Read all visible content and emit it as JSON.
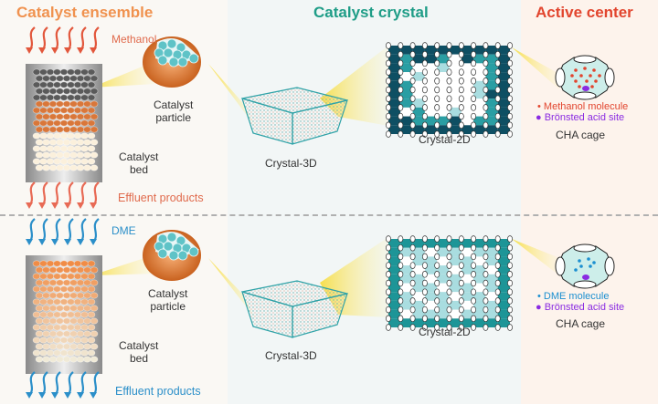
{
  "columns": {
    "ensemble": {
      "title": "Catalyst ensemble",
      "color": "#f0924f"
    },
    "crystal": {
      "title": "Catalyst crystal",
      "color": "#1f9d87"
    },
    "active": {
      "title": "Active center",
      "color": "#e2452e"
    }
  },
  "rows": [
    {
      "id": "methanol",
      "feed_label": "Methanol",
      "feed_color": "#e2573c",
      "effluent_label": "Effluent products",
      "particle_label": [
        "Catalyst",
        "particle"
      ],
      "bed_label": [
        "Catalyst",
        "bed"
      ],
      "crystal3d_label": "Crystal-3D",
      "crystal2d_label": "Crystal-2D",
      "molecule_legend": "Methanol molecule",
      "molecule_color": "#e2452e",
      "acid_legend": "Brönsted acid site",
      "acid_color": "#8a2be2",
      "cage_label": "CHA cage"
    },
    {
      "id": "dme",
      "feed_label": "DME",
      "feed_color": "#2b8fc9",
      "effluent_label": "Effluent products",
      "particle_label": [
        "Catalyst",
        "particle"
      ],
      "bed_label": [
        "Catalyst",
        "bed"
      ],
      "crystal3d_label": "Crystal-3D",
      "crystal2d_label": "Crystal-2D",
      "molecule_legend": "DME molecule",
      "molecule_color": "#1c8fd0",
      "acid_legend": "Brönsted acid site",
      "acid_color": "#8a2be2",
      "cage_label": "CHA cage"
    }
  ]
}
